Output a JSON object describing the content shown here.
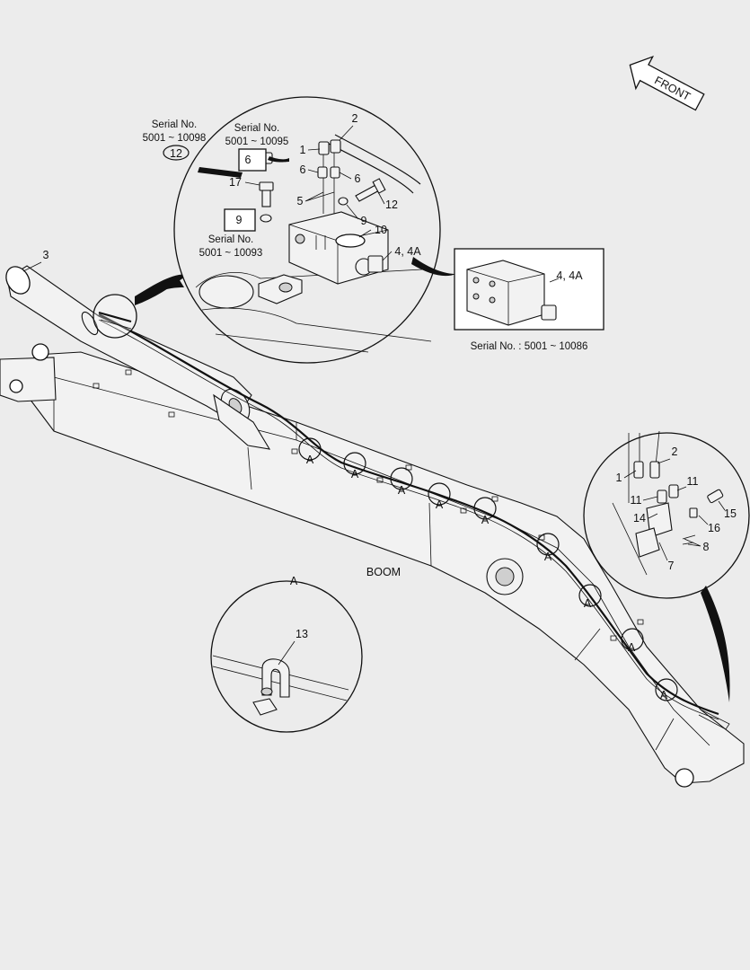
{
  "direction_label": "FRONT",
  "main_label": "BOOM",
  "serial_notes": {
    "a": "Serial No.\n5001 ~ 10098",
    "b": "Serial No.\n5001 ~ 10095",
    "c": "Serial No.\n5001 ~ 10093",
    "d": "Serial No. : 5001 ~ 10086"
  },
  "detail_tag": "A",
  "part_numbers": {
    "p1": "1",
    "p2": "2",
    "p3": "3",
    "p4": "4, 4A",
    "p5": "5",
    "p6": "6",
    "p7": "7",
    "p8": "8",
    "p9": "9",
    "p10": "10",
    "p11": "11",
    "p12": "12",
    "p13": "13",
    "p14": "14",
    "p15": "15",
    "p16": "16",
    "p17": "17"
  }
}
